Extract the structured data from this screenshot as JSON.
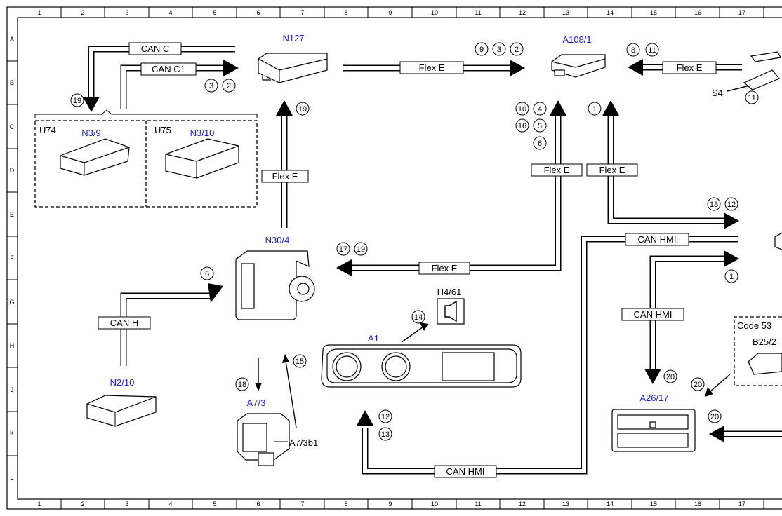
{
  "grid": {
    "columns": [
      "1",
      "2",
      "3",
      "4",
      "5",
      "6",
      "7",
      "8",
      "9",
      "10",
      "11",
      "12",
      "13",
      "14",
      "15",
      "16",
      "17"
    ],
    "rows": [
      "A",
      "B",
      "C",
      "D",
      "E",
      "F",
      "G",
      "H",
      "J",
      "K",
      "L"
    ]
  },
  "components": {
    "n127": "N127",
    "a108_1": "A108/1",
    "s4": "S4",
    "u74": "U74",
    "n3_9": "N3/9",
    "u75": "U75",
    "n3_10": "N3/10",
    "n30_4": "N30/4",
    "h4_61": "H4/61",
    "a1": "A1",
    "n2_10": "N2/10",
    "a7_3": "A7/3",
    "a7_3b1": "A7/3b1",
    "a26_17": "A26/17",
    "code": "Code 53",
    "b25": "B25/2"
  },
  "bus_labels": {
    "can_c": "CAN C",
    "can_c1": "CAN C1",
    "flex_e": "Flex E",
    "can_h": "CAN H",
    "can_hmi": "CAN HMI"
  },
  "callouts": {
    "c1": "1",
    "c2": "2",
    "c3": "3",
    "c4": "4",
    "c5": "5",
    "c6": "6",
    "c8": "8",
    "c9": "9",
    "c10": "10",
    "c11": "11",
    "c12": "12",
    "c13": "13",
    "c14": "14",
    "c15": "15",
    "c16": "16",
    "c17": "17",
    "c18": "18",
    "c19": "19",
    "c20": "20"
  },
  "colors": {
    "component_label": "#1a1acc",
    "line": "#000000",
    "background": "#ffffff"
  }
}
